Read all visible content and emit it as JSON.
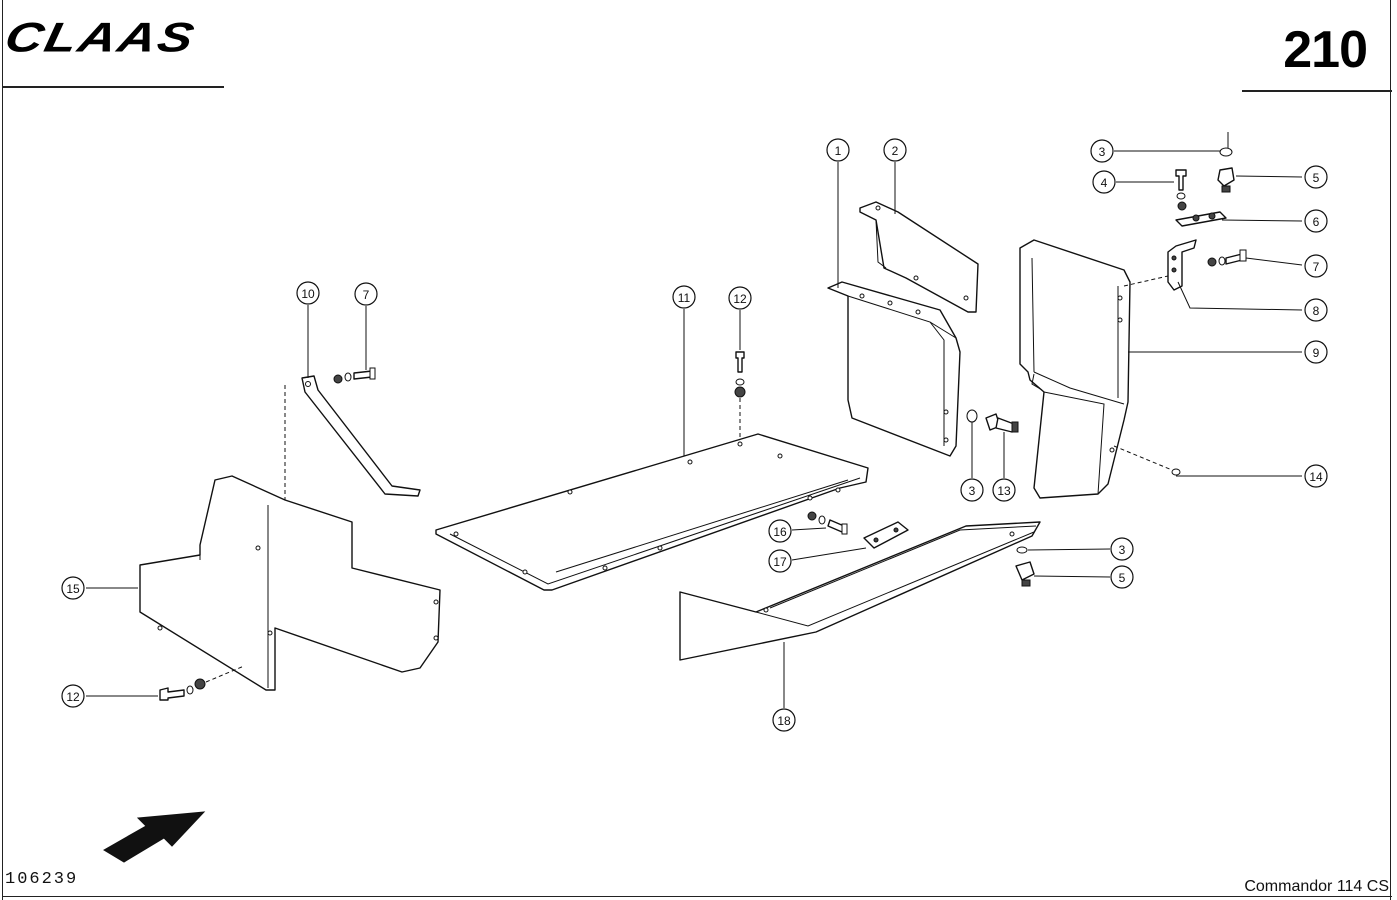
{
  "header": {
    "brand": "CLAAS",
    "page_number": "210"
  },
  "footer": {
    "drawing_number": "106239",
    "model": "Commandor 114 CS"
  },
  "callouts": [
    {
      "id": "c1",
      "label": "1"
    },
    {
      "id": "c2",
      "label": "2"
    },
    {
      "id": "c3a",
      "label": "3"
    },
    {
      "id": "c4",
      "label": "4"
    },
    {
      "id": "c5a",
      "label": "5"
    },
    {
      "id": "c6",
      "label": "6"
    },
    {
      "id": "c7a",
      "label": "7"
    },
    {
      "id": "c8",
      "label": "8"
    },
    {
      "id": "c9",
      "label": "9"
    },
    {
      "id": "c10",
      "label": "10"
    },
    {
      "id": "c7b",
      "label": "7"
    },
    {
      "id": "c11",
      "label": "11"
    },
    {
      "id": "c12a",
      "label": "12"
    },
    {
      "id": "c3b",
      "label": "3"
    },
    {
      "id": "c13",
      "label": "13"
    },
    {
      "id": "c14",
      "label": "14"
    },
    {
      "id": "c16",
      "label": "16"
    },
    {
      "id": "c3c",
      "label": "3"
    },
    {
      "id": "c17",
      "label": "17"
    },
    {
      "id": "c5b",
      "label": "5"
    },
    {
      "id": "c15",
      "label": "15"
    },
    {
      "id": "c12b",
      "label": "12"
    },
    {
      "id": "c18",
      "label": "18"
    }
  ]
}
